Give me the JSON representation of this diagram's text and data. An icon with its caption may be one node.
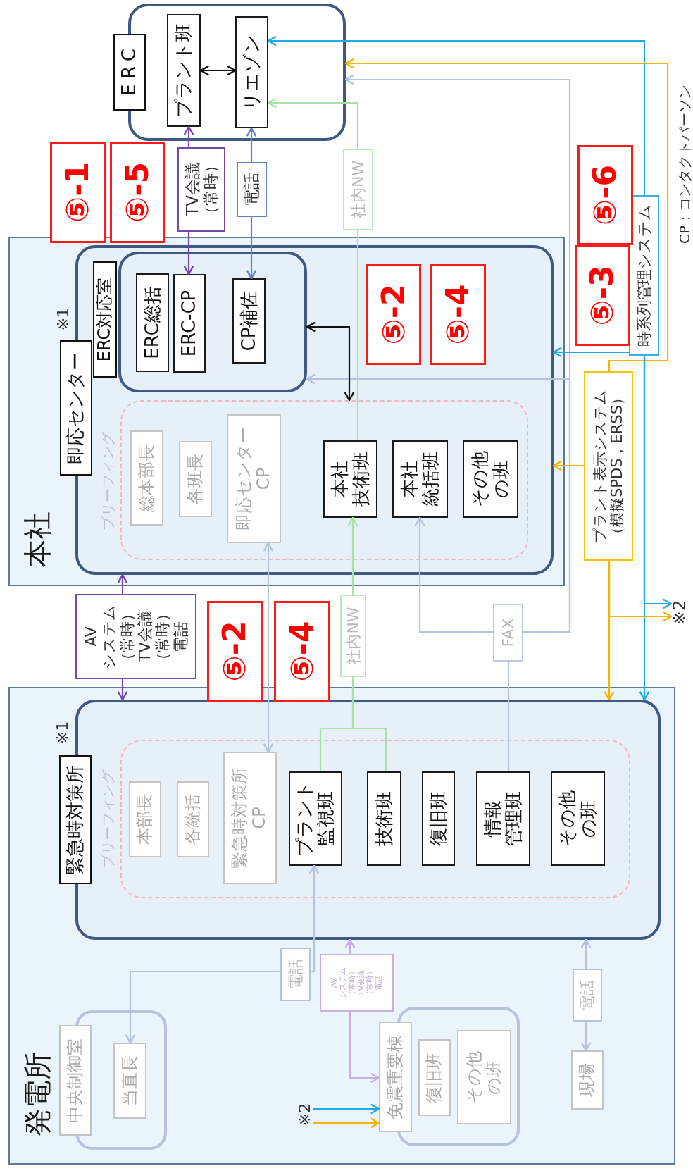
{
  "diagram": {
    "nodes": [
      {
        "text": [
          "発電所"
        ]
      },
      {
        "text": [],
        "shape": "box",
        "in": 0
      },
      {
        "text": [
          "緊急時対策所"
        ],
        "in": 0,
        "beside": [
          "※1"
        ]
      },
      {
        "text": [
          "ブリーフィング"
        ],
        "in": 1
      },
      {
        "text": [
          "本部長"
        ],
        "in": 3
      },
      {
        "text": [
          "各統括"
        ],
        "in": 3
      },
      {
        "text": [
          "緊急時対策所CP"
        ],
        "in": 3
      },
      {
        "text": [
          "プラント監視班"
        ],
        "in": 3
      },
      {
        "text": [
          "技術班"
        ],
        "in": 3
      },
      {
        "text": [
          "復旧班"
        ],
        "in": 3
      },
      {
        "text": [
          "情報管理班"
        ],
        "in": 3
      },
      {
        "text": [
          "その他の班"
        ],
        "in": 3
      },
      {
        "text": [],
        "shape": "box",
        "in": 0
      },
      {
        "text": [
          "中央制御室"
        ],
        "in": 0
      },
      {
        "text": [
          "当直長"
        ],
        "in": 12
      },
      {
        "text": [],
        "shape": "box",
        "in": 0
      },
      {
        "text": [
          "免震重要棟"
        ],
        "in": 0
      },
      {
        "text": [
          "復旧班"
        ],
        "in": 15
      },
      {
        "text": [
          "その他の班"
        ],
        "in": 15
      },
      {
        "text": [
          "電話"
        ],
        "in": 0
      },
      {
        "text": [
          "AVシステム（常時）TV会議（常時）電話"
        ],
        "in": 0
      },
      {
        "text": [
          "電話"
        ],
        "in": 0
      },
      {
        "text": [
          "現場"
        ],
        "in": 0
      },
      {
        "text": [
          "※2"
        ],
        "in": 0
      },
      {
        "text": [
          "AVシステム（常時）TV会議（常時）電話"
        ]
      },
      {
        "text": [
          "社内NW"
        ]
      },
      {
        "text": [
          "FAX"
        ]
      },
      {
        "text": [
          "本社"
        ]
      },
      {
        "text": [],
        "shape": "box",
        "in": 27
      },
      {
        "text": [
          "即応センター"
        ],
        "in": 27,
        "beside": [
          "※1"
        ]
      },
      {
        "text": [],
        "shape": "box",
        "in": 28
      },
      {
        "text": [
          "ERC対応室"
        ],
        "in": 28
      },
      {
        "text": [
          "ERC総括"
        ],
        "in": 30
      },
      {
        "text": [
          "ERC-CP"
        ],
        "in": 30
      },
      {
        "text": [
          "CP補佐"
        ],
        "in": 30
      },
      {
        "text": [
          "ブリーフィング"
        ],
        "in": 28
      },
      {
        "text": [
          "総本部長"
        ],
        "in": 35
      },
      {
        "text": [
          "各班長"
        ],
        "in": 35
      },
      {
        "text": [
          "即応センターCP"
        ],
        "in": 35
      },
      {
        "text": [
          "本社技術班"
        ],
        "in": 35
      },
      {
        "text": [
          "本社統括班"
        ],
        "in": 35
      },
      {
        "text": [
          "その他の班"
        ],
        "in": 35
      },
      {
        "text": [
          "プラント表示システム（模擬SPDS，ERSS）"
        ]
      },
      {
        "text": [
          "時系列管理システム"
        ]
      },
      {
        "text": [
          "※2"
        ]
      },
      {
        "text": [
          "TV会議（常時）"
        ]
      },
      {
        "text": [
          "電話"
        ]
      },
      {
        "text": [
          "社内NW"
        ]
      },
      {
        "text": [],
        "shape": "box"
      },
      {
        "text": [
          "ERC"
        ]
      },
      {
        "text": [
          "プラント班"
        ],
        "in": 48
      },
      {
        "text": [
          "リエゾン"
        ],
        "in": 48
      },
      {
        "text": [
          "⑤-1"
        ]
      },
      {
        "text": [
          "⑤-5"
        ]
      },
      {
        "text": [
          "⑤-2"
        ]
      },
      {
        "text": [
          "⑤-4"
        ]
      },
      {
        "text": [
          "⑤-2"
        ],
        "in": 28
      },
      {
        "text": [
          "⑤-4"
        ],
        "in": 28
      },
      {
        "text": [
          "⑤-6"
        ]
      },
      {
        "text": [
          "⑤-3"
        ]
      }
    ],
    "edges": [
      {
        "from": 50,
        "to": 51,
        "arrow": "both",
        "color": "#111111"
      },
      {
        "from": 45,
        "to": 50,
        "arrow": "to",
        "color": "#7646a8"
      },
      {
        "from": 45,
        "to": 33,
        "arrow": "to",
        "color": "#7646a8"
      },
      {
        "from": 46,
        "to": 51,
        "arrow": "to",
        "color": "#5a86c0"
      },
      {
        "from": 46,
        "to": 34,
        "arrow": "to",
        "color": "#5a86c0"
      },
      {
        "from": 39,
        "to": 47,
        "arrow": "none",
        "color": "#a6e2a6"
      },
      {
        "from": 47,
        "to": 51,
        "arrow": "to",
        "color": "#a6e2a6"
      },
      {
        "from": 43,
        "to": 51,
        "arrow": "to",
        "color": "#1ea8e6"
      },
      {
        "from": 42,
        "to": 48,
        "arrow": "to",
        "color": "#f4b400"
      },
      {
        "from": 26,
        "to": 48,
        "arrow": "to"
      },
      {
        "from": 26,
        "to": 30,
        "arrow": "to"
      },
      {
        "from": 26,
        "to": 40,
        "arrow": "to"
      },
      {
        "from": 10,
        "to": 26,
        "arrow": "none"
      },
      {
        "from": 30,
        "to": 35,
        "arrow": "both",
        "color": "#111111"
      },
      {
        "from": 42,
        "to": 28,
        "arrow": "to",
        "color": "#f4b400"
      },
      {
        "from": 43,
        "to": 28,
        "arrow": "to",
        "color": "#1ea8e6"
      },
      {
        "from": 42,
        "to": 1,
        "arrow": "to",
        "color": "#f4b400"
      },
      {
        "from": 43,
        "to": 1,
        "arrow": "to",
        "color": "#1ea8e6"
      },
      {
        "from": 42,
        "to": 44,
        "arrow": "to",
        "color": "#f4b400"
      },
      {
        "from": 43,
        "to": 44,
        "arrow": "to",
        "color": "#1ea8e6"
      },
      {
        "from": 24,
        "to": 28,
        "arrow": "to",
        "color": "#7646a8"
      },
      {
        "from": 24,
        "to": 1,
        "arrow": "to",
        "color": "#7646a8"
      },
      {
        "from": 38,
        "to": 6,
        "arrow": "both"
      },
      {
        "from": 7,
        "to": 25,
        "arrow": "none",
        "color": "#a6e2a6"
      },
      {
        "from": 8,
        "to": 25,
        "arrow": "none",
        "color": "#a6e2a6"
      },
      {
        "from": 25,
        "to": 39,
        "arrow": "to",
        "color": "#a6e2a6"
      },
      {
        "from": 19,
        "to": 7,
        "arrow": "to"
      },
      {
        "from": 19,
        "to": 14,
        "arrow": "to"
      },
      {
        "from": 20,
        "to": 1,
        "arrow": "to",
        "color": "#c9aee6"
      },
      {
        "from": 20,
        "to": 16,
        "arrow": "to",
        "color": "#c9aee6"
      },
      {
        "from": 21,
        "to": 1,
        "arrow": "to"
      },
      {
        "from": 21,
        "to": 22,
        "arrow": "to"
      },
      {
        "from": 23,
        "to": 16,
        "arrow": "to",
        "color": "#1ea8e6"
      },
      {
        "from": 23,
        "to": 16,
        "arrow": "to",
        "color": "#f4b400"
      }
    ],
    "labels": [
      "CP：コンタクトパーソン"
    ]
  }
}
